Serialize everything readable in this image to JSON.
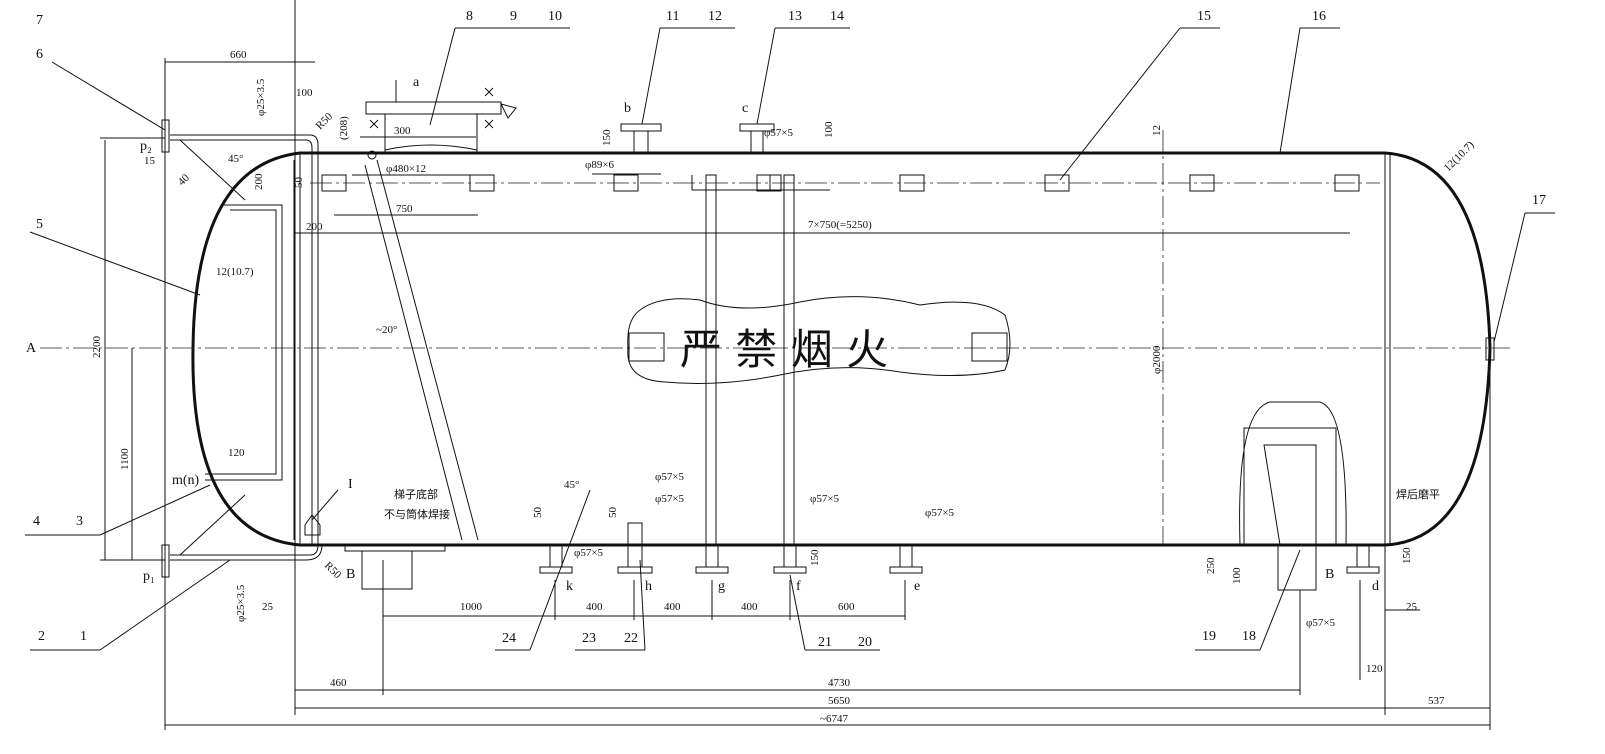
{
  "callouts": [
    "1",
    "2",
    "3",
    "4",
    "5",
    "6",
    "7",
    "8",
    "9",
    "10",
    "11",
    "12",
    "13",
    "14",
    "15",
    "16",
    "17",
    "18",
    "19",
    "20",
    "21",
    "22",
    "23",
    "24"
  ],
  "warning_text": "严 禁 烟 火",
  "letters": {
    "a": "a",
    "b": "b",
    "c": "c",
    "d": "d",
    "e": "e",
    "f": "f",
    "g": "g",
    "h": "h",
    "k": "k",
    "A": "A",
    "B": "B",
    "I": "I",
    "mn": "m(n)",
    "p1": "p₁",
    "p2": "p₂"
  },
  "dimensions": {
    "d660": "660",
    "d100a": "100",
    "d25x35a": "φ25×3.5",
    "r50a": "R50",
    "d208": "(208)",
    "d300": "300",
    "d480": "φ480×12",
    "d150a": "150",
    "d89": "φ89×6",
    "d57a": "φ57×5",
    "d100b": "100",
    "d12": "12",
    "d12b": "12(10.7)",
    "d15": "15",
    "d40": "40",
    "d45": "45°",
    "d200a": "200",
    "d50a": "50",
    "d750": "750",
    "d200b": "200",
    "d7x750": "7×750(=5250)",
    "d2200": "2200",
    "d12c": "12(10.7)",
    "d20": "~20°",
    "d2000": "φ2000",
    "d1100": "1100",
    "d120a": "120",
    "dladder1": "梯子底部",
    "dladder2": "不与筒体焊接",
    "d45b": "45°",
    "d57b": "φ57×5",
    "d57c": "φ57×5",
    "d50b": "50",
    "d50c": "50",
    "d57d": "φ57×5",
    "d57e": "φ57×5",
    "d57f": "φ57×5",
    "d150b": "150",
    "dweld": "焊后磨平",
    "d250": "250",
    "d100c": "100",
    "d150c": "150",
    "r50b": "R50",
    "d25x35b": "φ25×3.5",
    "d25a": "25",
    "d1000": "1000",
    "d400a": "400",
    "d400b": "400",
    "d400c": "400",
    "d600": "600",
    "d57g": "φ57×5",
    "d25b": "25",
    "d120b": "120",
    "d460": "460",
    "d4730": "4730",
    "d5650": "5650",
    "d537": "537",
    "d6747": "~6747"
  }
}
